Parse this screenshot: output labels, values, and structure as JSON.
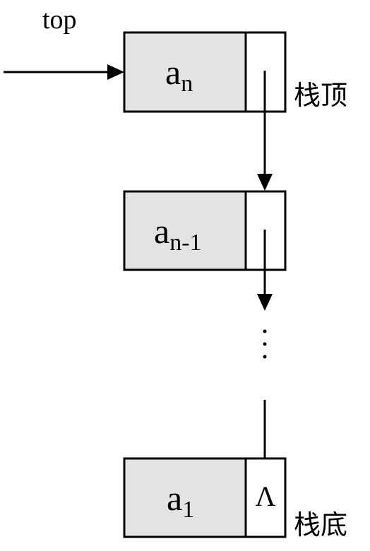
{
  "pointer_label": "top",
  "nodes": [
    {
      "base": "a",
      "sub": "n"
    },
    {
      "base": "a",
      "sub": "n-1"
    },
    {
      "base": "a",
      "sub": "1"
    }
  ],
  "null_symbol": "Λ",
  "side_labels": {
    "top": "栈顶",
    "bottom": "栈底"
  }
}
